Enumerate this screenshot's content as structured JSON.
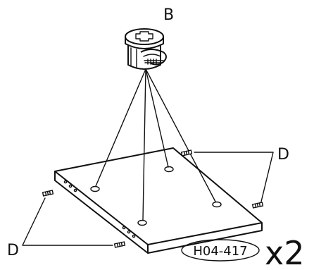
{
  "labels": {
    "cam_fitting": "B",
    "dowel_right": "D",
    "dowel_left": "D",
    "part_code": "H04-417",
    "quantity": "x2"
  },
  "colors": {
    "ink": "#111111",
    "background": "#ffffff"
  },
  "icons": [
    "cam-lock-icon",
    "wood-dowel-icon"
  ]
}
